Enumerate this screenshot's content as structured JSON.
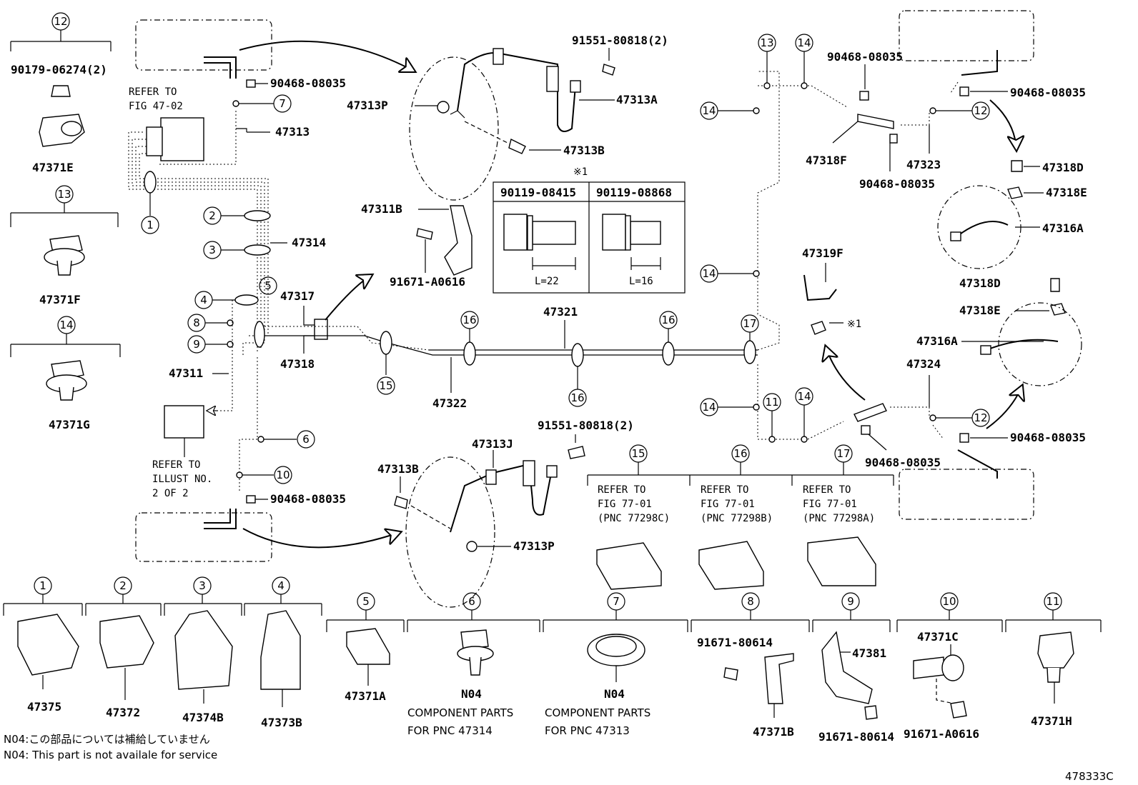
{
  "diagram_id": "478333C",
  "notes": {
    "jp": "N04:この部品については補給していません",
    "en": "N04: This part is not availale for service"
  },
  "refs": {
    "fig4702_line1": "REFER TO",
    "fig4702_line2": "FIG 47-02",
    "illust_line1": "REFER TO",
    "illust_line2": "ILLUST NO.",
    "illust_line3": "2 OF 2",
    "r15_1": "REFER TO",
    "r15_2": "FIG 77-01",
    "r15_3": "(PNC 77298C)",
    "r16_1": "REFER TO",
    "r16_2": "FIG 77-01",
    "r16_3": "(PNC 77298B)",
    "r17_1": "REFER TO",
    "r17_2": "FIG 77-01",
    "r17_3": "(PNC 77298A)"
  },
  "bolt_table": {
    "mark": "※1",
    "col1": "90119-08415",
    "col2": "90119-08868",
    "len1": "L=22",
    "len2": "L=16",
    "mark_ref": "※1"
  },
  "circled": [
    "1",
    "2",
    "3",
    "4",
    "5",
    "6",
    "7",
    "8",
    "9",
    "10",
    "11",
    "12",
    "13",
    "14",
    "15",
    "16",
    "17"
  ],
  "parts": {
    "p90179": "90179-06274(2)",
    "p47371E": "47371E",
    "p47371F": "47371F",
    "p47371G": "47371G",
    "p90468_a": "90468-08035",
    "p47313": "47313",
    "p47314": "47314",
    "p47317": "47317",
    "p47318": "47318",
    "p47311": "47311",
    "p47313P_top": "47313P",
    "p91551_top": "91551-80818(2)",
    "p47313A": "47313A",
    "p47313B_top": "47313B",
    "p47311B": "47311B",
    "p91671_A0616": "91671-A0616",
    "p47321": "47321",
    "p47322": "47322",
    "p90468_b": "90468-08035",
    "p91551_bot": "91551-80818(2)",
    "p47313B_bot": "47313B",
    "p47313J": "47313J",
    "p47313P_bot": "47313P",
    "p90468_c": "90468-08035",
    "p90468_d": "90468-08035",
    "p47318F": "47318F",
    "p47323": "47323",
    "p90468_e": "90468-08035",
    "p47318D_top": "47318D",
    "p47318E_top": "47318E",
    "p47316A_top": "47316A",
    "p47319F": "47319F",
    "p47318D_bot": "47318D",
    "p47318E_bot": "47318E",
    "p47316A_bot": "47316A",
    "p47324": "47324",
    "p90468_f": "90468-08035",
    "p90468_g": "90468-08035",
    "p47375": "47375",
    "p47372": "47372",
    "p47374B": "47374B",
    "p47373B": "47373B",
    "p47371A": "47371A",
    "n04_a": "N04",
    "comp_a1": "COMPONENT PARTS",
    "comp_a2": "FOR PNC 47314",
    "n04_b": "N04",
    "comp_b1": "COMPONENT PARTS",
    "comp_b2": "FOR PNC 47313",
    "p91671_80614_a": "91671-80614",
    "p47371B": "47371B",
    "p47381": "47381",
    "p91671_80614_b": "91671-80614",
    "p47371C": "47371C",
    "p91671_A0616_b": "91671-A0616",
    "p47371H": "47371H"
  }
}
